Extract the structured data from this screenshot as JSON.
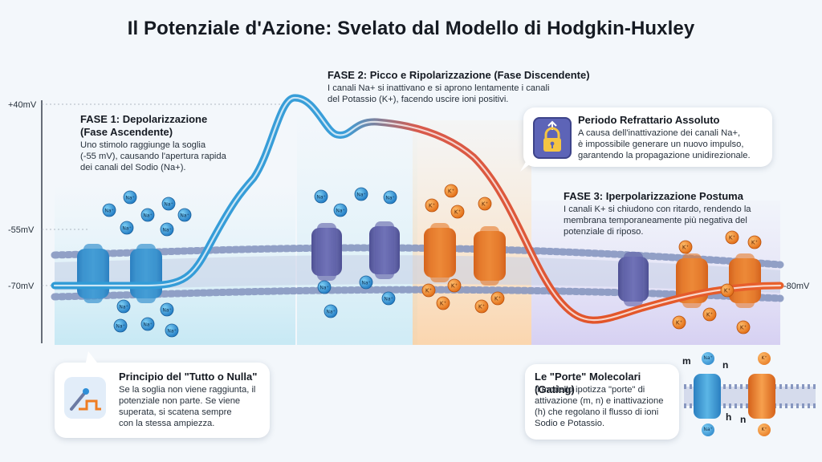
{
  "title": "Il Potenziale d'Azione: Svelato dal Modello di Hodgkin-Huxley",
  "axis": {
    "tick_top": "+40mV",
    "tick_threshold": "-55mV",
    "tick_rest": "-70mV",
    "tick_hyper": "-80mV"
  },
  "phase1": {
    "heading_line1": "FASE 1: Depolarizzazione",
    "heading_line2": "(Fase Ascendente)",
    "lines": [
      "Uno stimolo raggiunge la soglia",
      "(-55 mV), causando l'apertura rapida",
      "dei canali del Sodio (Na+)."
    ]
  },
  "phase2": {
    "heading": "FASE 2: Picco e Ripolarizzazione (Fase Discendente)",
    "lines": [
      "I canali Na+ si inattivano e si aprono lentamente i canali",
      "del Potassio (K+), facendo uscire ioni positivi."
    ]
  },
  "refractory": {
    "heading": "Periodo Refrattario Assoluto",
    "lines": [
      "A causa dell'inattivazione dei canali Na+,",
      "è impossibile generare un nuovo impulso,",
      "garantendo la propagazione unidirezionale."
    ]
  },
  "phase3": {
    "heading": "FASE 3: Iperpolarizzazione Postuma",
    "lines": [
      "I canali K+ si chiudono con ritardo, rendendo la",
      "membrana temporaneamente più negativa del",
      "potenziale di riposo."
    ]
  },
  "all_or_none": {
    "heading": "Principio del \"Tutto o Nulla\"",
    "lines": [
      "Se la soglia non viene raggiunta, il",
      "potenziale non parte. Se viene",
      "superata, si scatena sempre",
      "con la stessa ampiezza."
    ]
  },
  "gating": {
    "heading": "Le \"Porte\" Molecolari (Gating)",
    "lines": [
      "Il modello ipotizza \"porte\" di",
      "attivazione (m, n) e inattivazione",
      "(h) che regolano il flusso di ioni",
      "Sodio e Potassio."
    ],
    "gate_m": "m",
    "gate_n_top": "n",
    "gate_h": "h",
    "gate_n_bottom": "n"
  },
  "ions": {
    "sodium": "Na⁺",
    "potassium": "K⁺"
  },
  "colors": {
    "sodium": "#2f8fd8",
    "potassium": "#ef7d23",
    "membrane": "#7f90b8",
    "line_blue": "#2e9ad8",
    "line_orange": "#e0552a"
  },
  "icons": {
    "refractory": "lock-icon",
    "all_or_none": "threshold-switch-icon"
  }
}
